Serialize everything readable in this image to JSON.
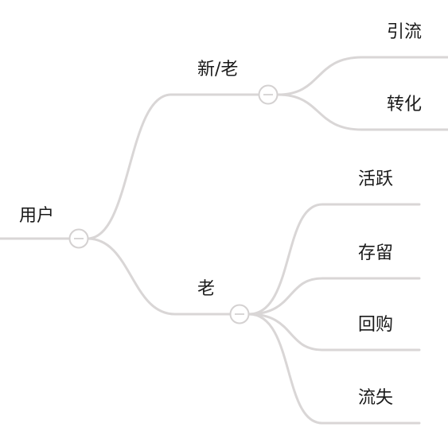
{
  "mindmap": {
    "root": {
      "label": "用户"
    },
    "branches": [
      {
        "label": "新/老",
        "children": [
          {
            "label": "引流"
          },
          {
            "label": "转化"
          }
        ]
      },
      {
        "label": "老",
        "children": [
          {
            "label": "活跃"
          },
          {
            "label": "存留"
          },
          {
            "label": "回购"
          },
          {
            "label": "流失"
          }
        ]
      }
    ],
    "colors": {
      "line": "#d9d6d6",
      "text": "#1a1a1a",
      "background": "#ffffff"
    },
    "icons": {
      "collapse_toggle": "minus-circle-icon"
    }
  }
}
